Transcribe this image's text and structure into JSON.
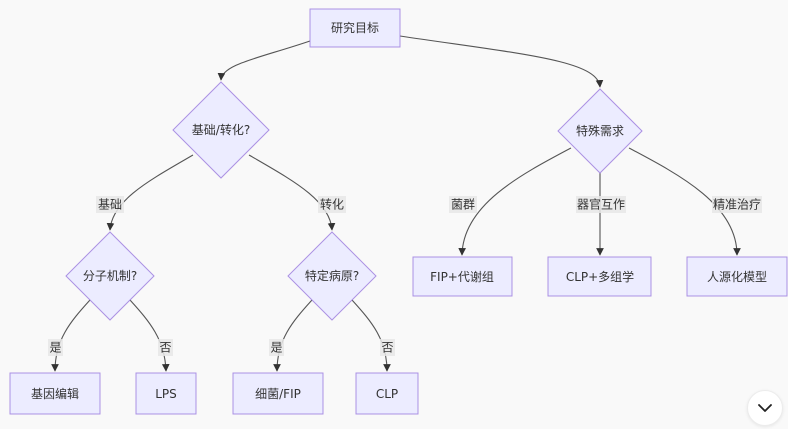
{
  "diagram": {
    "type": "flowchart",
    "colors": {
      "node_fill": "#ececff",
      "node_stroke": "#9370db",
      "edge": "#555555",
      "background": "#f9f9f9",
      "label_bg": "#e8e8e8"
    },
    "nodes": {
      "root": {
        "label": "研究目标",
        "shape": "rect"
      },
      "basic_or_translational": {
        "label": "基础/转化?",
        "shape": "diamond"
      },
      "special_needs": {
        "label": "特殊需求",
        "shape": "diamond"
      },
      "molecular_mechanism": {
        "label": "分子机制?",
        "shape": "diamond"
      },
      "specific_pathogen": {
        "label": "特定病原?",
        "shape": "diamond"
      },
      "gene_editing": {
        "label": "基因编辑",
        "shape": "rect"
      },
      "lps": {
        "label": "LPS",
        "shape": "rect"
      },
      "bacteria_fip": {
        "label": "细菌/FIP",
        "shape": "rect"
      },
      "clp": {
        "label": "CLP",
        "shape": "rect"
      },
      "fip_metabolomics": {
        "label": "FIP+代谢组",
        "shape": "rect"
      },
      "clp_multiomics": {
        "label": "CLP+多组学",
        "shape": "rect"
      },
      "humanized_model": {
        "label": "人源化模型",
        "shape": "rect"
      }
    },
    "edges": [
      {
        "from": "root",
        "to": "basic_or_translational",
        "label": ""
      },
      {
        "from": "root",
        "to": "special_needs",
        "label": ""
      },
      {
        "from": "basic_or_translational",
        "to": "molecular_mechanism",
        "label": "基础"
      },
      {
        "from": "basic_or_translational",
        "to": "specific_pathogen",
        "label": "转化"
      },
      {
        "from": "special_needs",
        "to": "fip_metabolomics",
        "label": "菌群"
      },
      {
        "from": "special_needs",
        "to": "clp_multiomics",
        "label": "器官互作"
      },
      {
        "from": "special_needs",
        "to": "humanized_model",
        "label": "精准治疗"
      },
      {
        "from": "molecular_mechanism",
        "to": "gene_editing",
        "label": "是"
      },
      {
        "from": "molecular_mechanism",
        "to": "lps",
        "label": "否"
      },
      {
        "from": "specific_pathogen",
        "to": "bacteria_fip",
        "label": "是"
      },
      {
        "from": "specific_pathogen",
        "to": "clp",
        "label": "否"
      }
    ]
  },
  "controls": {
    "scroll_down_icon": "chevron-down-icon"
  }
}
